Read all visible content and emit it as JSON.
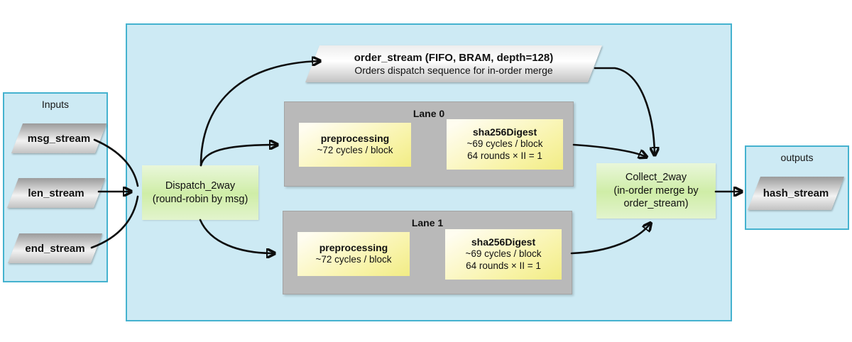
{
  "colors": {
    "panel_blue": "#cdeaf4",
    "panel_border": "#45b2cf",
    "lane_gray": "#b9b9b9",
    "process_yellow": "#f1ec85",
    "process_green": "#cfeda7",
    "arrow": "#0d0d0d"
  },
  "inputs_panel": {
    "title": "Inputs",
    "streams": [
      "msg_stream",
      "len_stream",
      "end_stream"
    ]
  },
  "order_stream": {
    "title": "order_stream (FIFO, BRAM, depth=128)",
    "subtitle": "Orders dispatch sequence for in-order merge"
  },
  "dispatch": {
    "line1": "Dispatch_2way",
    "line2": "(round-robin by msg)"
  },
  "collect": {
    "line1": "Collect_2way",
    "line2": "(in-order merge by",
    "line3": "order_stream)"
  },
  "lanes": [
    {
      "title": "Lane 0",
      "preprocessing_title": "preprocessing",
      "preprocessing_sub": "~72 cycles / block",
      "digest_title": "sha256Digest",
      "digest_line2": "~69 cycles / block",
      "digest_line3": "64 rounds × II = 1"
    },
    {
      "title": "Lane 1",
      "preprocessing_title": "preprocessing",
      "preprocessing_sub": "~72 cycles / block",
      "digest_title": "sha256Digest",
      "digest_line2": "~69 cycles / block",
      "digest_line3": "64 rounds × II = 1"
    }
  ],
  "outputs_panel": {
    "title": "outputs",
    "streams": [
      "hash_stream"
    ]
  }
}
